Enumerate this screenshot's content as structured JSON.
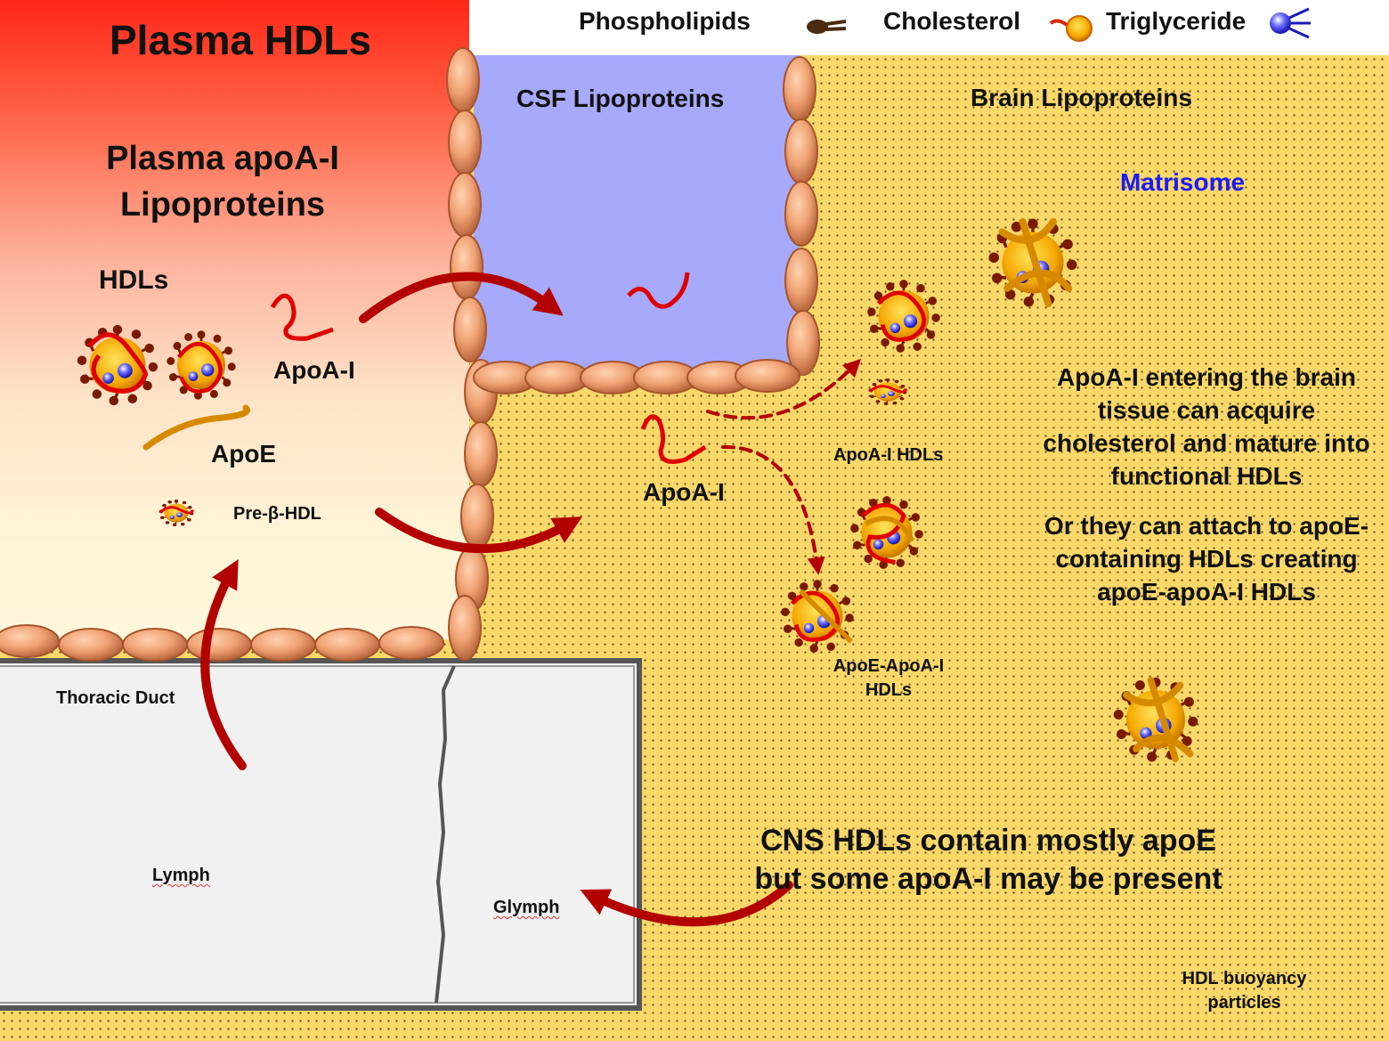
{
  "legend": {
    "phospholipids": "Phospholipids",
    "cholesterol": "Cholesterol",
    "triglyceride": "Triglyceride"
  },
  "plasma": {
    "title": "Plasma HDLs",
    "subtitle_line1": "Plasma apoA-I",
    "subtitle_line2": "Lipoproteins",
    "hdls": "HDLs",
    "apoa1": "ApoA-I",
    "apoe": "ApoE",
    "pre_beta": "Pre-β-HDL"
  },
  "csf": {
    "title": "CSF Lipoproteins"
  },
  "brain": {
    "title": "Brain Lipoproteins",
    "matrisome": "Matrisome",
    "apoa1": "ApoA-I",
    "apoa1_hdls": "ApoA-I HDLs",
    "apoe_apoa1_line1": "ApoE-ApoA-I",
    "apoe_apoa1_line2": "HDLs",
    "para1_lines": [
      "ApoA-I entering the brain",
      "tissue can acquire",
      "cholesterol and mature into",
      "functional HDLs"
    ],
    "para2_lines": [
      "Or they can attach to apoE-",
      "containing HDLs creating",
      "apoE-apoA-I HDLs"
    ],
    "cns_line1": "CNS HDLs contain mostly apoE",
    "cns_line2": "but some apoA-I may be present",
    "buoyancy_line1": "HDL buoyancy",
    "buoyancy_line2": "particles"
  },
  "lymph": {
    "thoracic_duct": "Thoracic Duct",
    "lymph": "Lymph",
    "glymph": "Glymph"
  },
  "colors": {
    "plasma_top": "#ff2616",
    "csf": "#a7a9fb",
    "brain": "#f9d86a",
    "arrow": "#b30000",
    "matrisome": "#1a1aff"
  }
}
